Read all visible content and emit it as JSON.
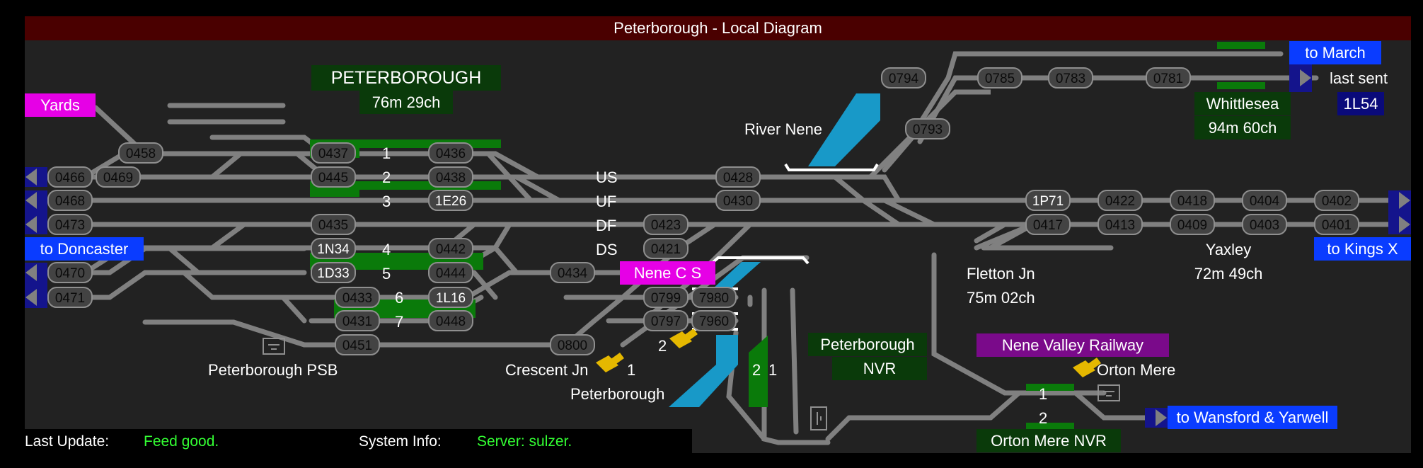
{
  "header": {
    "title": "Peterborough - Local Diagram"
  },
  "colors": {
    "background": "#222222",
    "track": "#808080",
    "platform": "#0a7a0a",
    "berth_bg": "#434343",
    "berth_border": "#8f8f8f",
    "berth_text": "#0b0b0b",
    "magenta": "#e600e6",
    "blue": "#0a3cff",
    "dark_green": "#0a3a0a",
    "navy": "#0a0a7a",
    "river": "#1899c8",
    "feed_good": "#33ff33"
  },
  "stations": {
    "peterborough": {
      "name": "PETERBOROUGH",
      "mileage": "76m 29ch"
    },
    "whittlesea": {
      "name": "Whittlesea",
      "mileage": "94m 60ch"
    },
    "yaxley": {
      "name": "Yaxley",
      "mileage": "72m 49ch"
    },
    "fletton": {
      "name": "Fletton Jn",
      "mileage": "75m 02ch"
    },
    "nvr": {
      "line1": "Peterborough",
      "line2": "NVR"
    },
    "orton_nvr": {
      "name": "Orton Mere NVR"
    }
  },
  "destinations": {
    "yards": "Yards",
    "doncaster": "to Doncaster",
    "march": "to March",
    "kings_x": "to Kings X",
    "wansford": "to Wansford & Yarwell",
    "nene_cs": "Nene C S",
    "nvr_company": "Nene Valley Railway"
  },
  "last_sent": {
    "label": "last sent",
    "value": "1L54"
  },
  "labels": {
    "river": "River Nene",
    "crescent": "Crescent Jn",
    "peterborough_lower": "Peterborough",
    "psb": "Peterborough PSB",
    "orton_mere": "Orton Mere"
  },
  "lines": {
    "us": "US",
    "uf": "UF",
    "df": "DF",
    "ds": "DS"
  },
  "platform_numbers": [
    "1",
    "2",
    "3",
    "4",
    "5",
    "6",
    "7"
  ],
  "aux_numbers": {
    "crescent_2": "2",
    "crescent_1": "1",
    "nvr_2": "2",
    "nvr_1": "1",
    "orton_1": "1",
    "orton_2": "2"
  },
  "berths": [
    {
      "id": "b0458",
      "text": "0458"
    },
    {
      "id": "b0466",
      "text": "0466"
    },
    {
      "id": "b0469",
      "text": "0469"
    },
    {
      "id": "b0468",
      "text": "0468"
    },
    {
      "id": "b0473",
      "text": "0473"
    },
    {
      "id": "b0470",
      "text": "0470"
    },
    {
      "id": "b0471",
      "text": "0471"
    },
    {
      "id": "b0437",
      "text": "0437"
    },
    {
      "id": "b0445",
      "text": "0445"
    },
    {
      "id": "b0435",
      "text": "0435"
    },
    {
      "id": "b1n34",
      "text": "1N34"
    },
    {
      "id": "b1d33",
      "text": "1D33"
    },
    {
      "id": "b0433",
      "text": "0433"
    },
    {
      "id": "b0431",
      "text": "0431"
    },
    {
      "id": "b0451",
      "text": "0451"
    },
    {
      "id": "b0436",
      "text": "0436"
    },
    {
      "id": "b0438",
      "text": "0438"
    },
    {
      "id": "b1e26",
      "text": "1E26"
    },
    {
      "id": "b0442",
      "text": "0442"
    },
    {
      "id": "b0444",
      "text": "0444"
    },
    {
      "id": "b1l16",
      "text": "1L16"
    },
    {
      "id": "b0448",
      "text": "0448"
    },
    {
      "id": "b0800",
      "text": "0800"
    },
    {
      "id": "b0434",
      "text": "0434"
    },
    {
      "id": "b0423",
      "text": "0423"
    },
    {
      "id": "b0421",
      "text": "0421"
    },
    {
      "id": "b0428",
      "text": "0428"
    },
    {
      "id": "b0430",
      "text": "0430"
    },
    {
      "id": "b0799",
      "text": "0799"
    },
    {
      "id": "b7980",
      "text": "7980"
    },
    {
      "id": "b0797",
      "text": "0797"
    },
    {
      "id": "b7960",
      "text": "7960"
    },
    {
      "id": "b0794",
      "text": "0794"
    },
    {
      "id": "b0785",
      "text": "0785"
    },
    {
      "id": "b0783",
      "text": "0783"
    },
    {
      "id": "b0781",
      "text": "0781"
    },
    {
      "id": "b0793",
      "text": "0793"
    },
    {
      "id": "b1p71",
      "text": "1P71"
    },
    {
      "id": "b0422",
      "text": "0422"
    },
    {
      "id": "b0418",
      "text": "0418"
    },
    {
      "id": "b0404",
      "text": "0404"
    },
    {
      "id": "b0402",
      "text": "0402"
    },
    {
      "id": "b0417",
      "text": "0417"
    },
    {
      "id": "b0413",
      "text": "0413"
    },
    {
      "id": "b0409",
      "text": "0409"
    },
    {
      "id": "b0403",
      "text": "0403"
    },
    {
      "id": "b0401",
      "text": "0401"
    }
  ],
  "footer": {
    "last_update_label": "Last Update:",
    "last_update_value": "Feed good.",
    "system_info_label": "System Info:",
    "system_info_value": "Server: sulzer."
  }
}
